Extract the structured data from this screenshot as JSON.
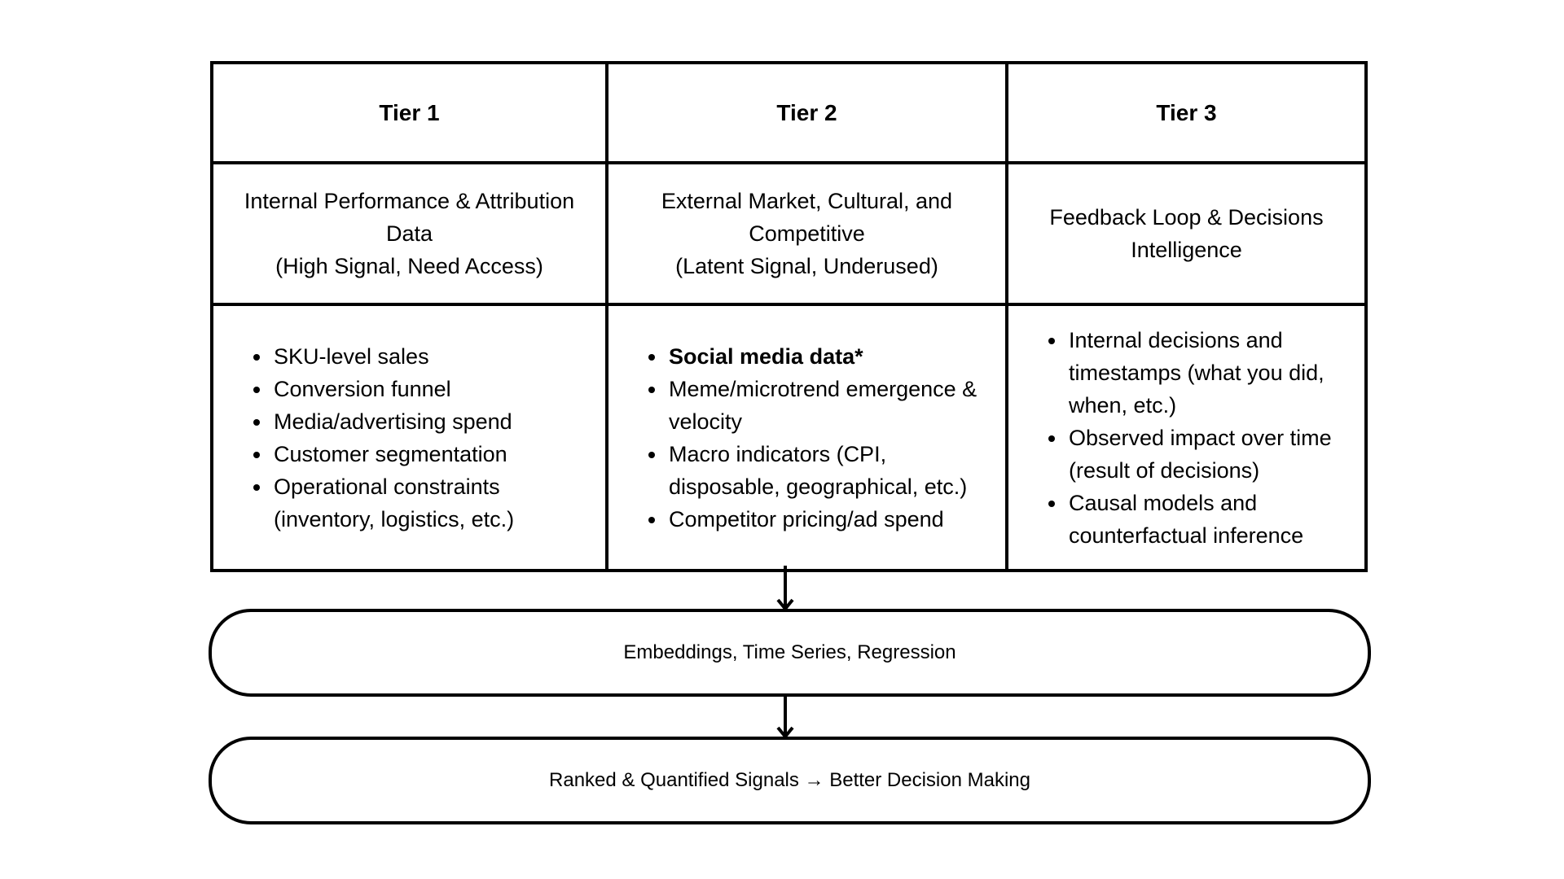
{
  "tiers": [
    {
      "heading": "Tier 1",
      "desc_lines": [
        "Internal Performance & Attribution",
        "Data",
        "(High Signal, Need Access)"
      ],
      "items": [
        "SKU-level sales",
        "Conversion funnel",
        "Media/advertising spend",
        "Customer segmentation",
        "Operational constraints (inventory, logistics, etc.)"
      ]
    },
    {
      "heading": "Tier 2",
      "desc_lines": [
        "External Market, Cultural, and",
        "Competitive",
        "(Latent Signal, Underused)"
      ],
      "items": [
        "Social media data*",
        "Meme/microtrend emergence & velocity",
        "Macro indicators (CPI, disposable, geographical, etc.)",
        "Competitor pricing/ad spend"
      ]
    },
    {
      "heading": "Tier 3",
      "desc_lines": [
        "Feedback Loop & Decisions",
        "Intelligence"
      ],
      "items": [
        "Internal decisions and timestamps (what you did, when, etc.)",
        "Observed impact over time (result of decisions)",
        "Causal models and counterfactual inference"
      ]
    }
  ],
  "process": {
    "label": "Embeddings, Time Series, Regression"
  },
  "outcome": {
    "label": "Ranked & Quantified Signals → Better Decision Making"
  },
  "colors": {
    "stroke": "#000000",
    "background": "#ffffff"
  }
}
